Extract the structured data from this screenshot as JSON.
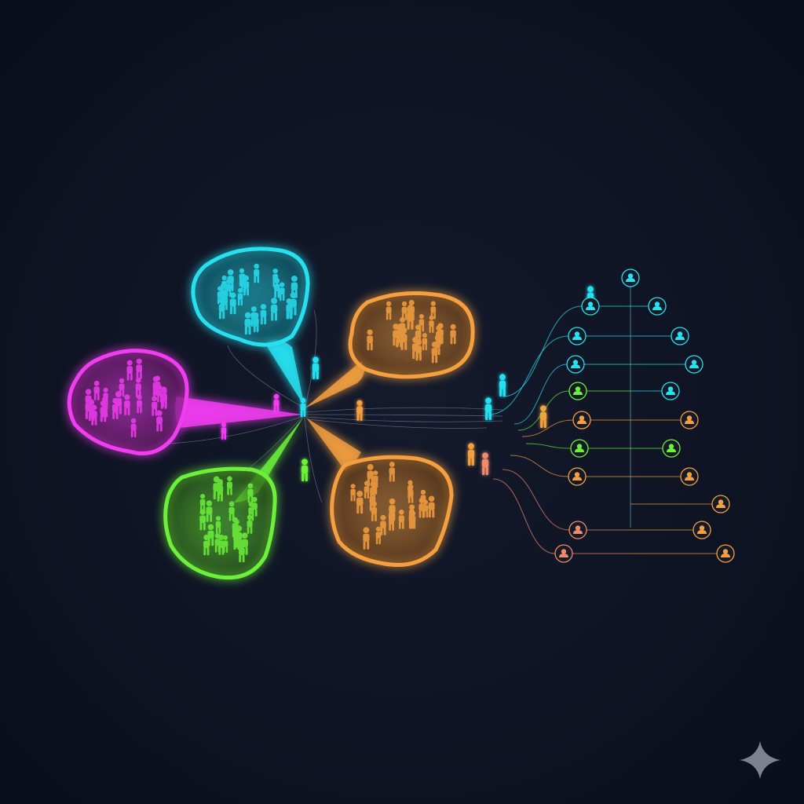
{
  "colors": {
    "background": "#0f1424",
    "cyan": "#27e0f0",
    "magenta": "#f03cf0",
    "orange": "#f5a040",
    "green": "#6cf03a",
    "salmon": "#f08a6a",
    "node_fill": "#141a28"
  },
  "clusters": [
    {
      "name": "cyan-cluster",
      "color": "cyan"
    },
    {
      "name": "orange-cluster-top",
      "color": "orange"
    },
    {
      "name": "magenta-cluster",
      "color": "magenta"
    },
    {
      "name": "green-cluster",
      "color": "green"
    },
    {
      "name": "orange-cluster-bottom",
      "color": "orange"
    }
  ],
  "tree": {
    "left_nodes": [
      "cyan",
      "cyan",
      "cyan",
      "green",
      "orange",
      "green",
      "orange",
      "salmon",
      "salmon"
    ],
    "right_nodes": [
      "cyan",
      "cyan",
      "cyan",
      "cyan",
      "cyan",
      "orange",
      "green",
      "orange",
      "orange",
      "orange",
      "orange"
    ]
  },
  "icons": {
    "node": "person-icon",
    "corner": "sparkle-icon"
  }
}
